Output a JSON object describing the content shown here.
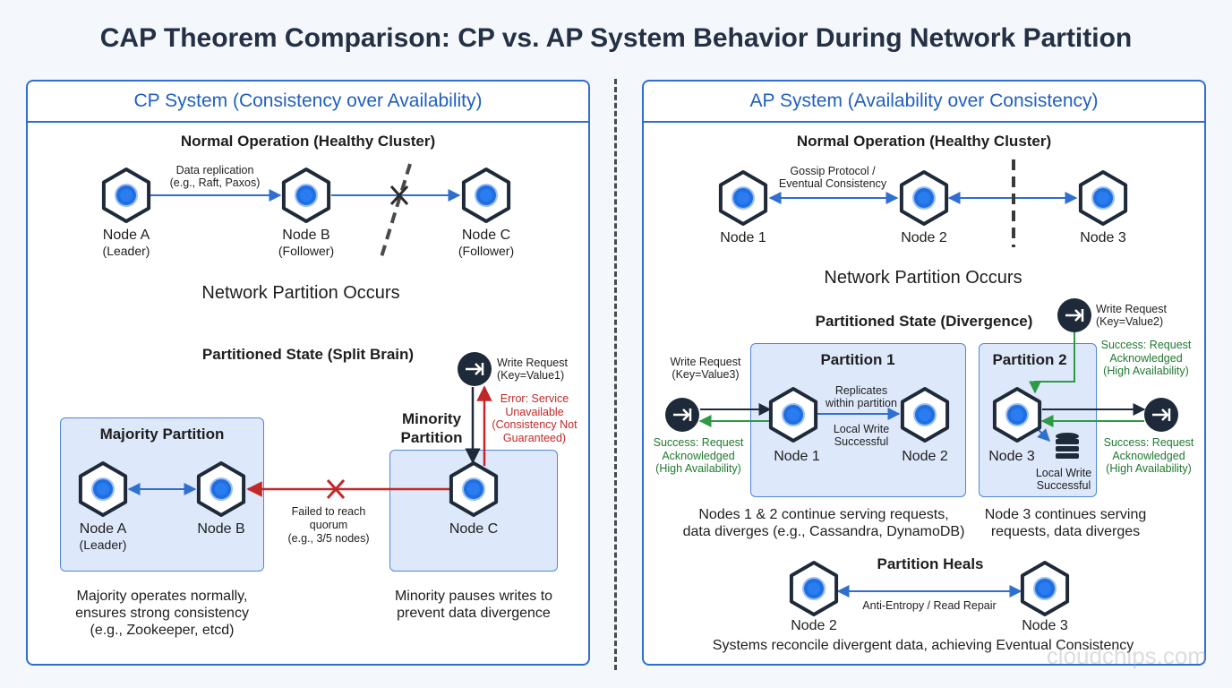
{
  "title": "CAP Theorem Comparison: CP vs. AP System Behavior During Network Partition",
  "cp": {
    "header": "CP System (Consistency over Availability)",
    "normal_title": "Normal Operation (Healthy Cluster)",
    "replication_label_1": "Data replication",
    "replication_label_2": "(e.g., Raft, Paxos)",
    "nodes": [
      {
        "name": "Node A",
        "role": "(Leader)"
      },
      {
        "name": "Node B",
        "role": "(Follower)"
      },
      {
        "name": "Node C",
        "role": "(Follower)"
      }
    ],
    "partition_occurs": "Network Partition Occurs",
    "partitioned_title": "Partitioned State (Split Brain)",
    "majority_title": "Majority Partition",
    "majority_nodes": [
      {
        "name": "Node A",
        "role": "(Leader)"
      },
      {
        "name": "Node B",
        "role": ""
      }
    ],
    "minority_title_1": "Minority",
    "minority_title_2": "Partition",
    "minority_node": "Node C",
    "quorum_1": "Failed to reach",
    "quorum_2": "quorum",
    "quorum_3": "(e.g., 3/5 nodes)",
    "write_1": "Write Request",
    "write_2": "(Key=Value1)",
    "error_1": "Error: Service",
    "error_2": "Unavailable",
    "error_3": "(Consistency Not",
    "error_4": "Guaranteed)",
    "majority_desc_1": "Majority operates normally,",
    "majority_desc_2": "ensures strong consistency",
    "majority_desc_3": "(e.g., Zookeeper, etcd)",
    "minority_desc_1": "Minority pauses writes to",
    "minority_desc_2": "prevent data divergence"
  },
  "ap": {
    "header": "AP System (Availability over Consistency)",
    "normal_title": "Normal Operation (Healthy Cluster)",
    "gossip_1": "Gossip Protocol /",
    "gossip_2": "Eventual Consistency",
    "nodes": [
      "Node 1",
      "Node 2",
      "Node 3"
    ],
    "partition_occurs": "Network Partition Occurs",
    "partitioned_title": "Partitioned State (Divergence)",
    "p1_title": "Partition 1",
    "p2_title": "Partition 2",
    "p1_nodes": [
      "Node 1",
      "Node 2"
    ],
    "p2_node": "Node 3",
    "replicates_1": "Replicates",
    "replicates_2": "within partition",
    "local_write_1": "Local Write",
    "local_write_2": "Successful",
    "write3_1": "Write Request",
    "write3_2": "(Key=Value3)",
    "write2_1": "Write Request",
    "write2_2": "(Key=Value2)",
    "success_1": "Success: Request",
    "success_2": "Acknowledged",
    "success_3": "(High Availability)",
    "p1_desc_1": "Nodes 1 & 2 continue serving requests,",
    "p1_desc_2": "data diverges (e.g., Cassandra, DynamoDB)",
    "p2_desc_1": "Node 3 continues serving",
    "p2_desc_2": "requests, data diverges",
    "heals_title": "Partition Heals",
    "heal_nodes": [
      "Node 2",
      "Node 3"
    ],
    "anti_entropy": "Anti-Entropy / Read Repair",
    "reconcile": "Systems reconcile divergent data, achieving Eventual Consistency"
  },
  "watermark": "cloudchips.com",
  "colors": {
    "accent": "#2f6fd0",
    "node_blue": "#1f6fe0",
    "error_red": "#c22828",
    "success_green": "#2e9a45",
    "dark": "#1e2a3a"
  }
}
